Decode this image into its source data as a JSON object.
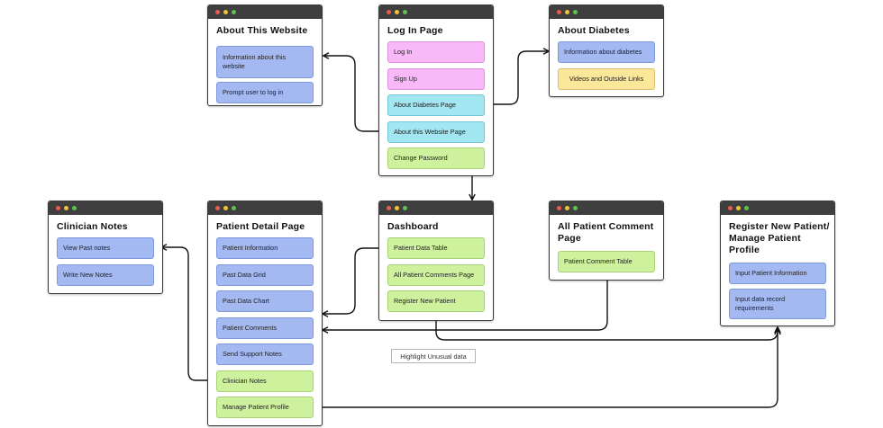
{
  "windows": {
    "about_website": {
      "title": "About This Website",
      "items": [
        "Information about this website",
        "Prompt user to log in"
      ]
    },
    "login": {
      "title": "Log In Page",
      "items": [
        "Log In",
        "Sign Up",
        "About Diabetes Page",
        "About this Website Page",
        "Change Password"
      ]
    },
    "about_diabetes": {
      "title": "About Diabetes",
      "items": [
        "Information about diabetes",
        "Videos and Outside Links"
      ]
    },
    "clinician_notes": {
      "title": "Clinician Notes",
      "items": [
        "View Past notes",
        "Write New Notes"
      ]
    },
    "patient_detail": {
      "title": "Patient Detail Page",
      "items": [
        "Patient Information",
        "Past Data Grid",
        "Past Data Chart",
        "Patient Comments",
        "Send Support Notes",
        "Clinician Notes",
        "Manage Patient Profile"
      ]
    },
    "dashboard": {
      "title": "Dashboard",
      "items": [
        "Patient Data Table",
        "All Patient Comments Page",
        "Register New Patient"
      ]
    },
    "all_comments": {
      "title": "All Patient Comment Page",
      "items": [
        "Patient Comment Table"
      ]
    },
    "register": {
      "title": "Register New Patient/ Manage Patient Profile",
      "items": [
        "Input Patient Information",
        "Input data record requirements"
      ]
    }
  },
  "note": "Highlight Unusual data",
  "colors": {
    "blue": "#a4b9f2",
    "pink": "#f9b9f8",
    "cyan": "#a2e6f2",
    "green": "#cdf19c",
    "yellow": "#fbe79a",
    "titlebar": "#3f3f3f"
  }
}
